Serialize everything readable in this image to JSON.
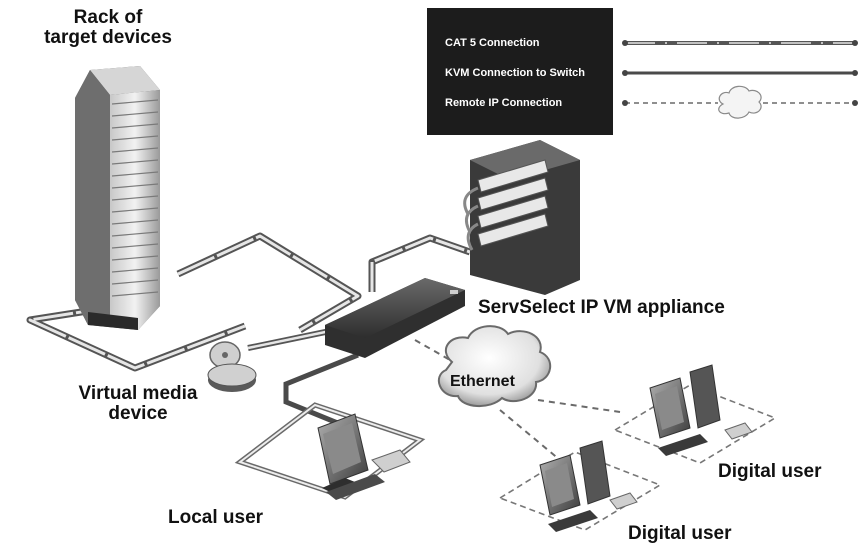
{
  "labels": {
    "rack": [
      "Rack of",
      "target devices"
    ],
    "appliance": "ServSelect IP VM appliance",
    "virtual_media": [
      "Virtual media",
      "device"
    ],
    "ethernet": "Ethernet",
    "local_user": "Local user",
    "digital_user_right": "Digital user",
    "digital_user_bottom": "Digital user"
  },
  "legend": {
    "items": [
      {
        "label": "CAT 5 Connection",
        "style": "cat5"
      },
      {
        "label": "KVM Connection to Switch",
        "style": "kvm"
      },
      {
        "label": "Remote IP Connection",
        "style": "remote-ip"
      }
    ]
  },
  "colors": {
    "legend_background": "#1c1c1c",
    "cable": "#444444",
    "device_dark": "#3a3a3a",
    "device_light": "#d8d8d8"
  }
}
